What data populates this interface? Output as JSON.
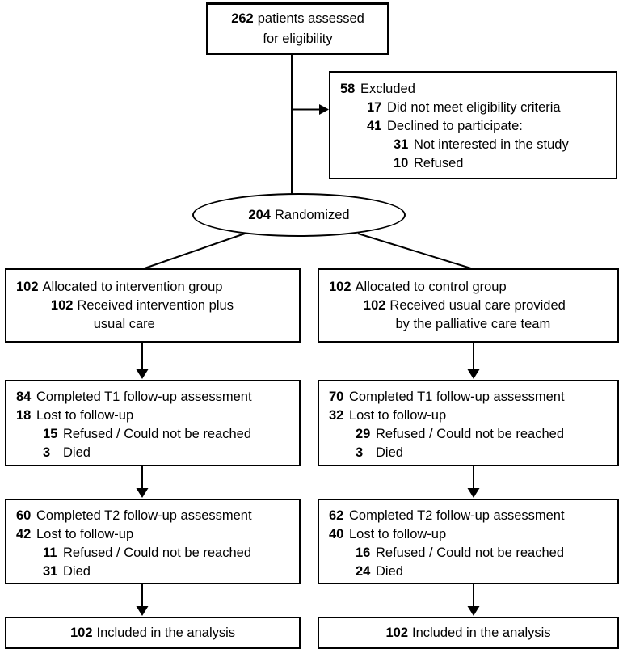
{
  "colors": {
    "border": "#000000",
    "text": "#000000",
    "background": "#ffffff"
  },
  "nodes": {
    "assessed": {
      "lines": [
        {
          "n": "262",
          "t": "patients assessed"
        },
        {
          "t": "for eligibility"
        }
      ]
    },
    "excluded": {
      "lines": [
        {
          "n": "58",
          "t": "Excluded",
          "ind": 0
        },
        {
          "n": "17",
          "t": "Did not meet eligibility criteria",
          "ind": 1
        },
        {
          "n": "41",
          "t": "Declined to participate:",
          "ind": 1
        },
        {
          "n": "31",
          "t": "Not interested in the study",
          "ind": 2
        },
        {
          "n": "10",
          "t": "Refused",
          "ind": 2
        }
      ]
    },
    "randomized": {
      "lines": [
        {
          "n": "204",
          "t": "Randomized"
        }
      ]
    },
    "alloc_intervention": {
      "lines": [
        {
          "n": "102",
          "t": "Allocated to intervention group",
          "ind": 0
        },
        {
          "n": "102",
          "t": "Received intervention plus",
          "ind": 1.3
        },
        {
          "t": "usual care",
          "ind": 2.9
        }
      ]
    },
    "alloc_control": {
      "lines": [
        {
          "n": "102",
          "t": "Allocated to control group",
          "ind": 0
        },
        {
          "n": "102",
          "t": "Received usual care provided",
          "ind": 1.3
        },
        {
          "t": "by the palliative care team",
          "ind": 2.5
        }
      ]
    },
    "t1_intervention": {
      "lines": [
        {
          "n": "84",
          "t": "Completed T1 follow-up assessment",
          "ind": 0
        },
        {
          "n": "18",
          "t": "Lost to follow-up",
          "ind": 0
        },
        {
          "n": "15",
          "t": "Refused / Could not be reached",
          "ind": 1
        },
        {
          "n": "3",
          "t": "Died",
          "ind": 1
        }
      ]
    },
    "t1_control": {
      "lines": [
        {
          "n": "70",
          "t": "Completed T1 follow-up assessment",
          "ind": 0
        },
        {
          "n": "32",
          "t": "Lost to follow-up",
          "ind": 0
        },
        {
          "n": "29",
          "t": "Refused / Could not be reached",
          "ind": 1
        },
        {
          "n": "3",
          "t": "Died",
          "ind": 1
        }
      ]
    },
    "t2_intervention": {
      "lines": [
        {
          "n": "60",
          "t": "Completed T2 follow-up assessment",
          "ind": 0
        },
        {
          "n": "42",
          "t": "Lost to follow-up",
          "ind": 0
        },
        {
          "n": "11",
          "t": "Refused / Could not be reached",
          "ind": 1
        },
        {
          "n": "31",
          "t": "Died",
          "ind": 1
        }
      ]
    },
    "t2_control": {
      "lines": [
        {
          "n": "62",
          "t": "Completed T2 follow-up assessment",
          "ind": 0
        },
        {
          "n": "40",
          "t": "Lost to follow-up",
          "ind": 0
        },
        {
          "n": "16",
          "t": "Refused / Could not be reached",
          "ind": 1
        },
        {
          "n": "24",
          "t": "Died",
          "ind": 1
        }
      ]
    },
    "analysis_intervention": {
      "lines": [
        {
          "n": "102",
          "t": "Included in the analysis"
        }
      ]
    },
    "analysis_control": {
      "lines": [
        {
          "n": "102",
          "t": "Included in the analysis"
        }
      ]
    }
  }
}
